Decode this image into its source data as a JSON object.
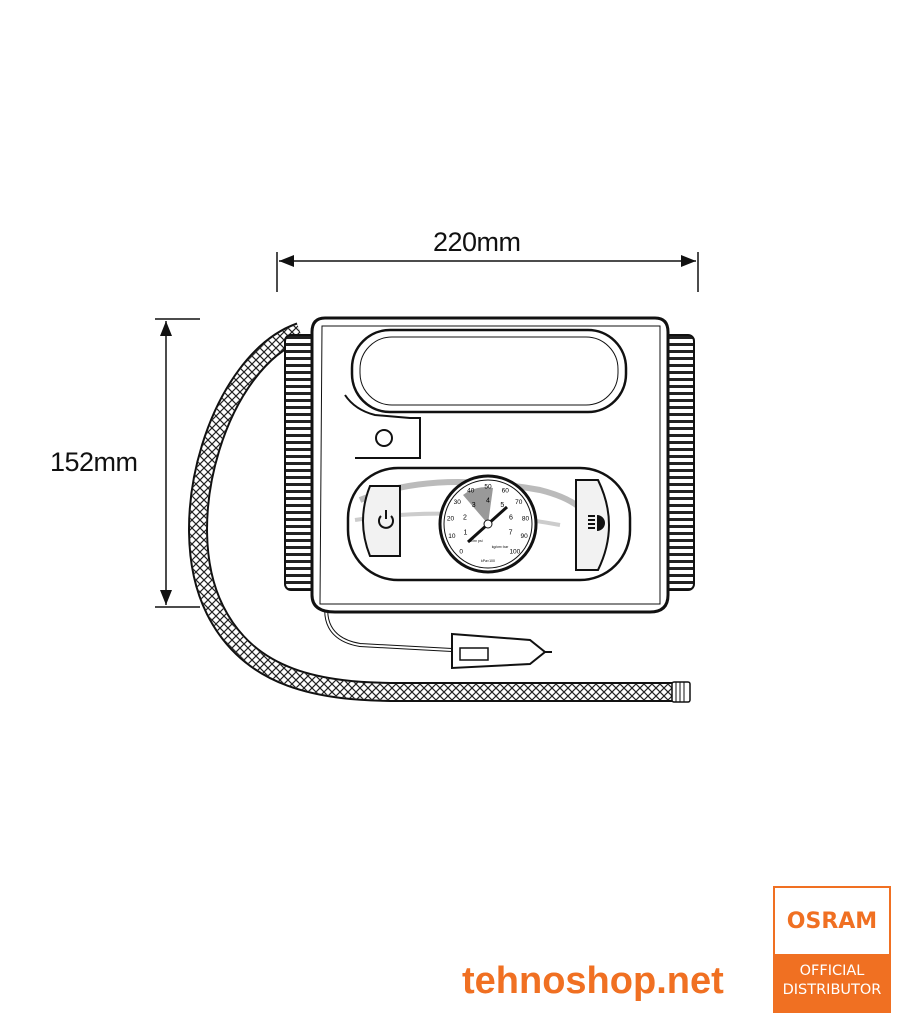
{
  "dimensions": {
    "width_label": "220mm",
    "height_label": "152mm"
  },
  "gauge": {
    "outer_scale": [
      "0",
      "10",
      "20",
      "30",
      "40",
      "50",
      "60",
      "70",
      "80",
      "90",
      "100"
    ],
    "inner_scale": [
      "1",
      "2",
      "3",
      "4",
      "5",
      "6",
      "7"
    ],
    "unit_left": "lb/in² psi",
    "unit_right": "kg/cm² bar",
    "unit_bottom": "kPa×100"
  },
  "footer": {
    "site": "tehnoshop.net",
    "badge_brand": "OSRAM",
    "badge_line1": "OFFICIAL",
    "badge_line2": "DISTRIBUTOR"
  },
  "colors": {
    "accent": "#f07022",
    "line": "#111111"
  }
}
